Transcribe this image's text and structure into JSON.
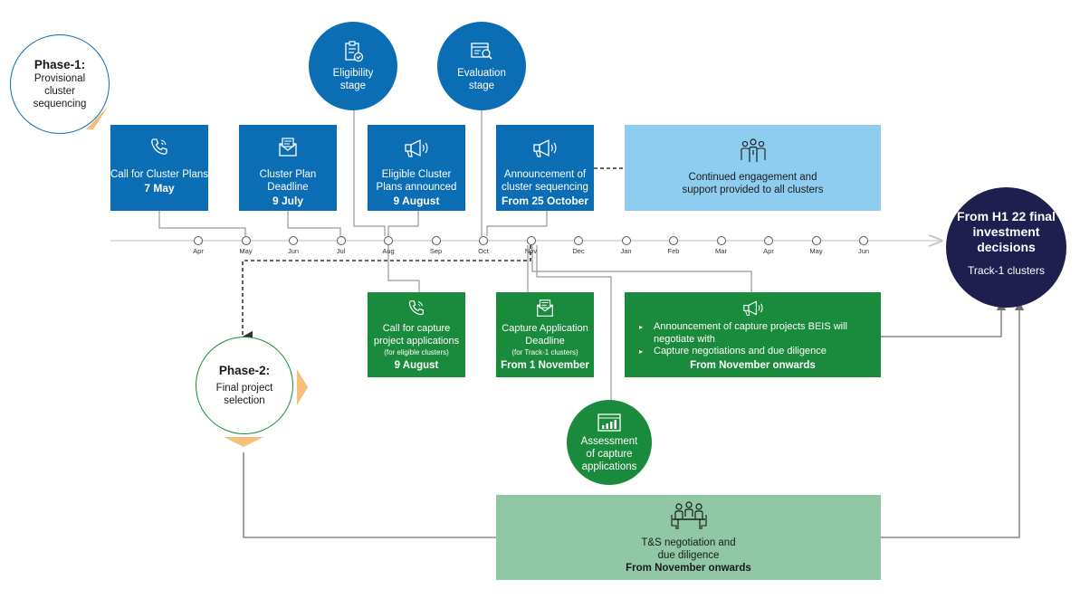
{
  "phase1": {
    "title": "Phase-1:",
    "subtitle": "Provisional cluster sequencing"
  },
  "phase2": {
    "title": "Phase-2:",
    "subtitle": "Final project selection"
  },
  "stages": {
    "eligibility": "Eligibility stage",
    "evaluation": "Evaluation stage",
    "assessment": "Assessment of capture applications"
  },
  "final": {
    "title": "From H1 22 final investment decisions",
    "subtitle": "Track-1 clusters"
  },
  "timeline_months": [
    "Apr",
    "May",
    "Jun",
    "Jul",
    "Aug",
    "Sep",
    "Oct",
    "Nov",
    "Dec",
    "Jan",
    "Feb",
    "Mar",
    "Apr",
    "May",
    "Jun"
  ],
  "top_boxes": [
    {
      "label": "Call for Cluster Plans",
      "date": "7 May",
      "icon": "phone-icon"
    },
    {
      "label": "Cluster Plan Deadline",
      "date": "9 July",
      "icon": "mail-icon"
    },
    {
      "label": "Eligible Cluster Plans announced",
      "date": "9 August",
      "icon": "megaphone-icon"
    },
    {
      "label": "Announcement of cluster sequencing",
      "date": "From 25 October",
      "icon": "megaphone-icon"
    }
  ],
  "engagement": {
    "label": "Continued engagement and support provided to all clusters",
    "icon": "group-icon"
  },
  "bottom_boxes": [
    {
      "label": "Call for capture project applications",
      "note": "(for eligible clusters)",
      "date": "9 August",
      "icon": "phone-icon"
    },
    {
      "label": "Capture Application Deadline",
      "note": "(for Track-1 clusters)",
      "date": "From 1 November",
      "icon": "mail-icon"
    }
  ],
  "capture_box": {
    "bullets": [
      "Announcement of capture projects BEIS will negotiate with",
      "Capture negotiations and due diligence"
    ],
    "date": "From November onwards",
    "icon": "megaphone-icon"
  },
  "ts_box": {
    "label": "T&S negotiation and due diligence",
    "date": "From November onwards",
    "icon": "meeting-icon"
  },
  "colors": {
    "blue": "#0b6db3",
    "green": "#1a8a3c",
    "lightblue": "#8ecdf0",
    "lightgreen": "#90c8a6",
    "dark": "#1f1f4f",
    "orange": "#f5c07a"
  }
}
